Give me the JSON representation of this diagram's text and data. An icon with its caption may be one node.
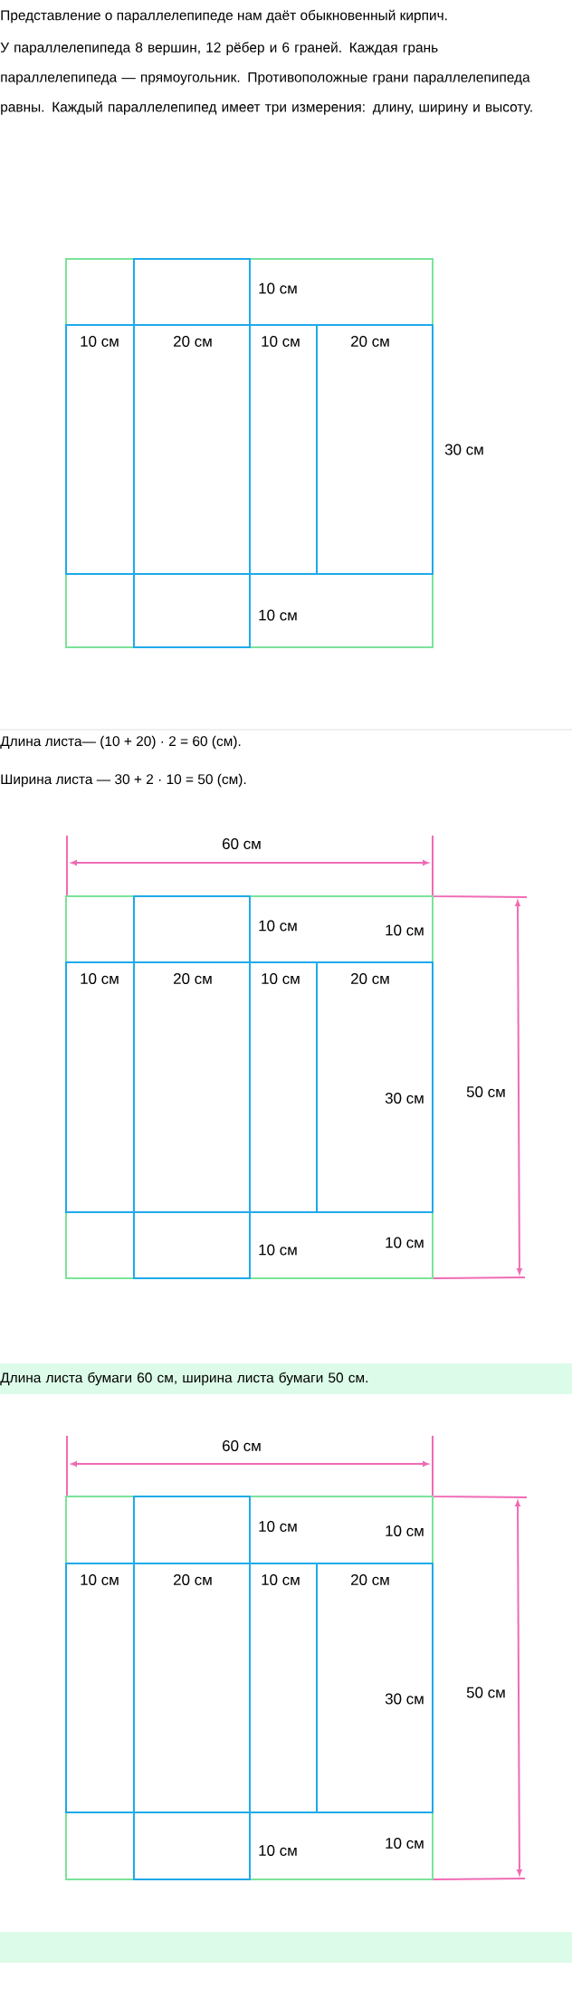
{
  "diagram": {
    "labels": [
      "Представление о параллелепипеде нам даёт обыкновенный кирпич.",
      "У параллелепипеда 8 вершин, 12 рёбер и 6 граней. Каждая грань параллелепипеда — прямоугольник. Противоположные грани параллелепипеда равны. Каждый параллелепипед имеет три измерения: длину, ширину и высоту.",
      "10 см",
      "10 см",
      "20 см",
      "10 см",
      "20 см",
      "30 см",
      "10 см",
      "Длина листа— (10 + 20) · 2 = 60 (см).",
      "Ширина листа — 30 + 2 · 10 = 50 (см).",
      "60 см",
      "10 см",
      "10 см",
      "10 см",
      "20 см",
      "10 см",
      "20 см",
      "30 см",
      "50 см",
      "10 см",
      "10 см",
      "Длина листа бумаги 60 см, ширина листа бумаги 50 см.",
      "60 см",
      "10 см",
      "10 см",
      "10 см",
      "20 см",
      "10 см",
      "20 см",
      "30 см",
      "50 см",
      "10 см",
      "10 см"
    ]
  }
}
